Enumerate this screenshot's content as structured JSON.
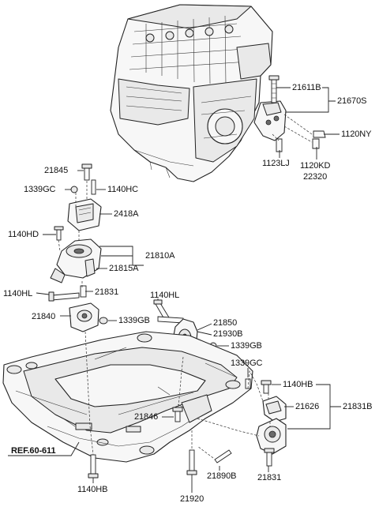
{
  "labels": {
    "p21611B": "21611B",
    "p21670S": "21670S",
    "p1120NY": "1120NY",
    "p1123LJ": "1123LJ",
    "p1120KD": "1120KD",
    "p22320": "22320",
    "p21845": "21845",
    "p1339GC_a": "1339GC",
    "p1140HC": "1140HC",
    "p2418A": "2418A",
    "p1140HD": "1140HD",
    "p21810A": "21810A",
    "p21815A": "21815A",
    "p1140HL_a": "1140HL",
    "p21831_a": "21831",
    "p1140HL_b": "1140HL",
    "p21840": "21840",
    "p1339GB_a": "1339GB",
    "p21850": "21850",
    "p21930B": "21930B",
    "p1339GB_b": "1339GB",
    "p1339GC_b": "1339GC",
    "p1140HB_a": "1140HB",
    "p21626": "21626",
    "p21831B": "21831B",
    "p21846": "21846",
    "pREF": "REF.60-611",
    "p21890B": "21890B",
    "p21831_b": "21831",
    "p1140HB_b": "1140HB",
    "p21920": "21920"
  }
}
